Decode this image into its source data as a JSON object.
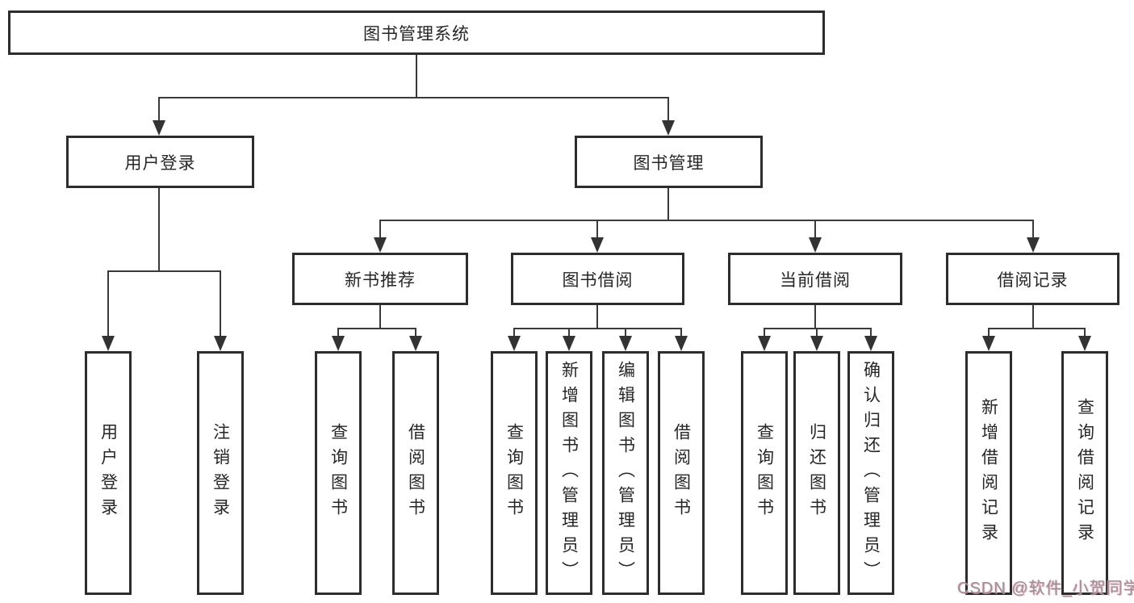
{
  "nodes": {
    "root": {
      "label": "图书管理系统"
    },
    "level2": [
      {
        "id": "user-login",
        "label": "用户登录"
      },
      {
        "id": "book-management",
        "label": "图书管理"
      }
    ],
    "level3": [
      {
        "id": "new-book-recommendation",
        "label": "新书推荐"
      },
      {
        "id": "book-borrowing",
        "label": "图书借阅"
      },
      {
        "id": "current-borrowing",
        "label": "当前借阅"
      },
      {
        "id": "borrowing-records",
        "label": "借阅记录"
      }
    ],
    "leaves": [
      {
        "id": "user-login-leaf",
        "label": "用户登录"
      },
      {
        "id": "logout",
        "label": "注销登录"
      },
      {
        "id": "query-books-recommend",
        "label": "查询图书"
      },
      {
        "id": "borrow-books-recommend",
        "label": "借阅图书"
      },
      {
        "id": "query-books-borrow",
        "label": "查询图书"
      },
      {
        "id": "add-books-admin",
        "label": "新增图书（管理员）"
      },
      {
        "id": "edit-books-admin",
        "label": "编辑图书（管理员）"
      },
      {
        "id": "borrow-books-borrow",
        "label": "借阅图书"
      },
      {
        "id": "query-books-current",
        "label": "查询图书"
      },
      {
        "id": "return-books",
        "label": "归还图书"
      },
      {
        "id": "confirm-return-admin",
        "label": "确认归还（管理员）"
      },
      {
        "id": "add-borrow-record",
        "label": "新增借阅记录"
      },
      {
        "id": "query-borrow-record",
        "label": "查询借阅记录"
      }
    ]
  },
  "watermark": {
    "text": "CSDN @软件_小贺同学"
  },
  "colors": {
    "line": "#3a3a3a",
    "box_border": "#2d2d2d",
    "text": "#262626",
    "background": "#ffffff",
    "watermark": "#93939b"
  }
}
